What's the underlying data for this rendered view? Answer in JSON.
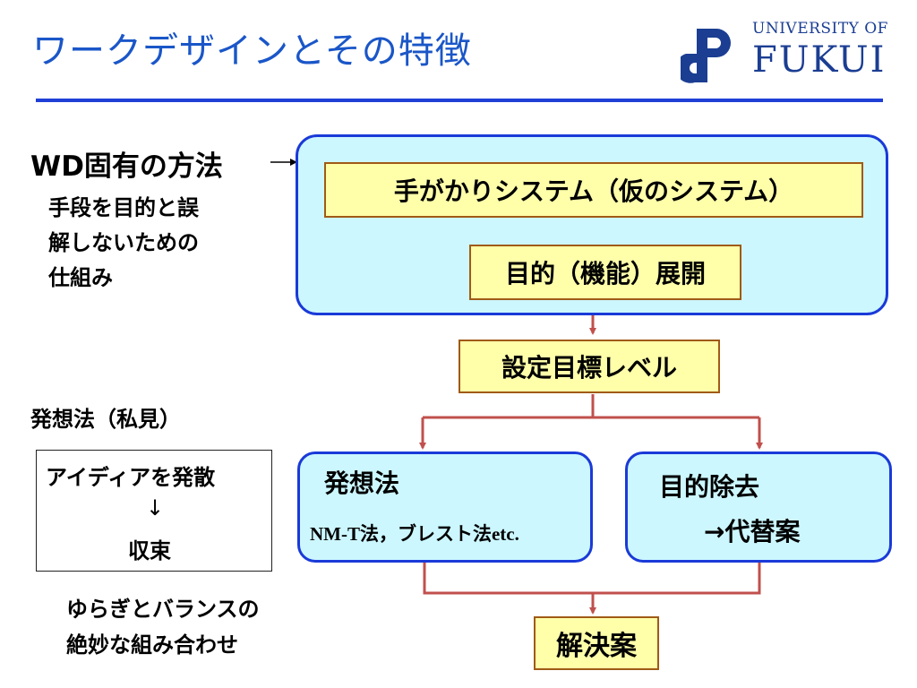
{
  "slide": {
    "title": "ワークデザインとその特徴",
    "logo": {
      "line1": "UNIVERSITY OF",
      "line2": "FUKUI"
    }
  },
  "left": {
    "wd_label": "WD固有の方法",
    "wd_arrow": "→",
    "wd_desc": [
      "手段を目的と誤",
      "解しないための",
      "仕組み"
    ],
    "hasso_label": "発想法（私見）",
    "box_lines": [
      "アイディアを発散",
      "↓",
      "収束"
    ],
    "balance": [
      "ゆらぎとバランスの",
      "絶妙な組み合わせ"
    ]
  },
  "flow": {
    "clue_system": "手がかりシステム（仮のシステム）",
    "purpose_expand": "目的（機能）展開",
    "target_level": "設定目標レベル",
    "ideation_title": "発想法",
    "ideation_sub": "NM-T法，ブレスト法etc.",
    "purpose_removal": "目的除去",
    "alternative": "→代替案",
    "solution": "解決案"
  },
  "colors": {
    "title": "#1a56c8",
    "rule": "#1f3fd6",
    "panel_fill": "#ccf7ff",
    "panel_border": "#1a3ad8",
    "box_fill": "#ffffaa",
    "box_border": "#a05a16",
    "arrow": "#c0504d"
  }
}
